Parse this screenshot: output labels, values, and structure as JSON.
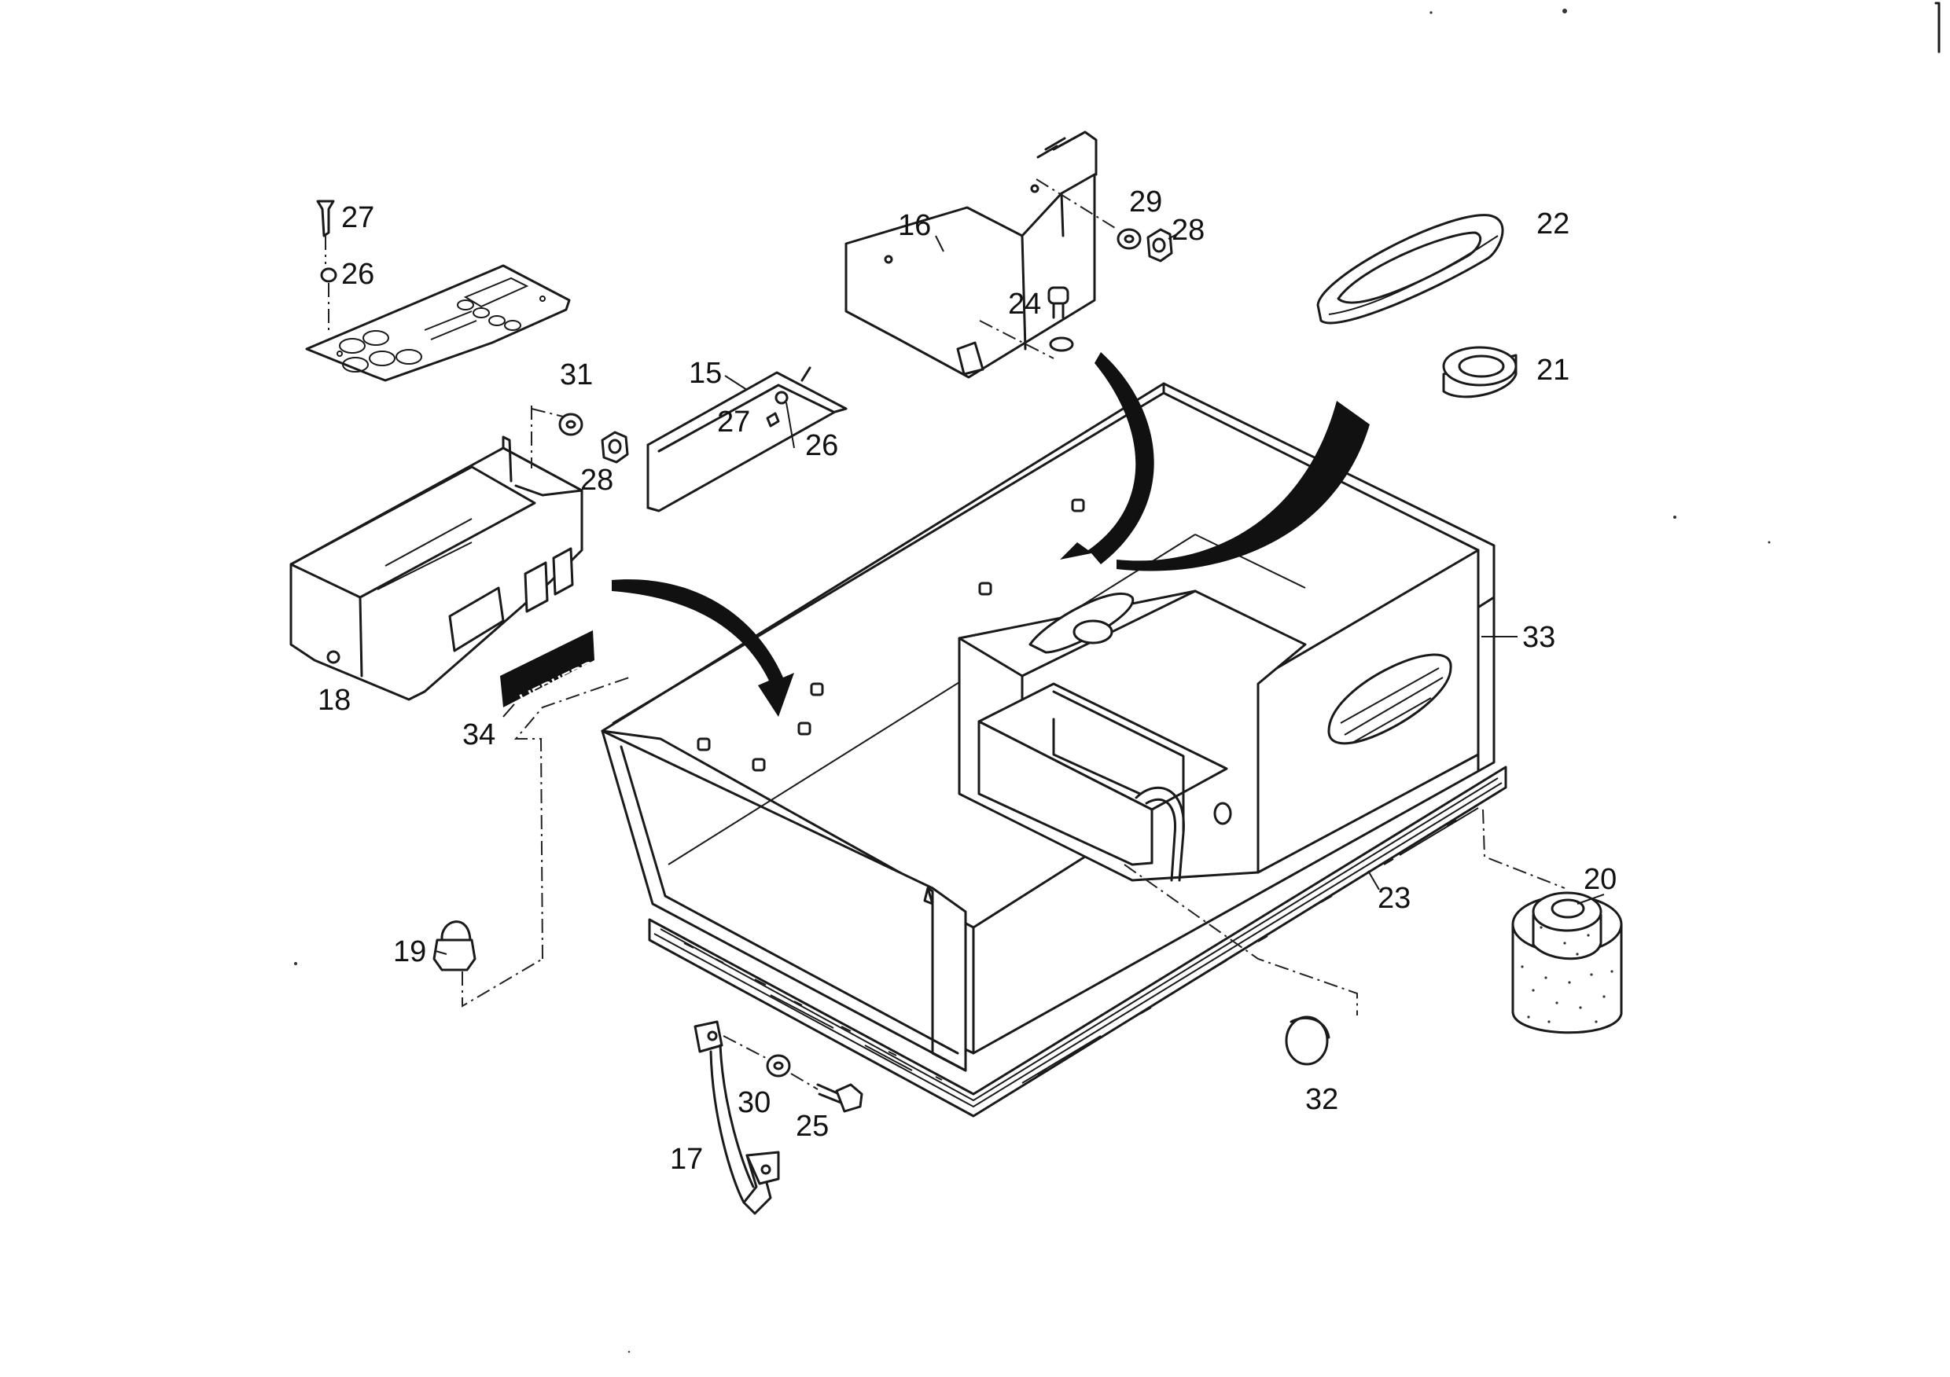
{
  "diagram": {
    "type": "exploded-parts-view",
    "colors": {
      "ink": "#1a1a1a",
      "paper": "#ffffff"
    },
    "part_labels": {
      "p15": "15",
      "p16": "16",
      "p17": "17",
      "p18": "18",
      "p19": "19",
      "p20": "20",
      "p21": "21",
      "p22": "22",
      "p23": "23",
      "p24": "24",
      "p25": "25",
      "p26a": "26",
      "p26b": "26",
      "p27a": "27",
      "p27b": "27",
      "p28a": "28",
      "p28b": "28",
      "p29": "29",
      "p30": "30",
      "p31": "31",
      "p32": "32",
      "p33": "33",
      "p34": "34"
    },
    "nameplate_text": "LIEBHERR"
  }
}
